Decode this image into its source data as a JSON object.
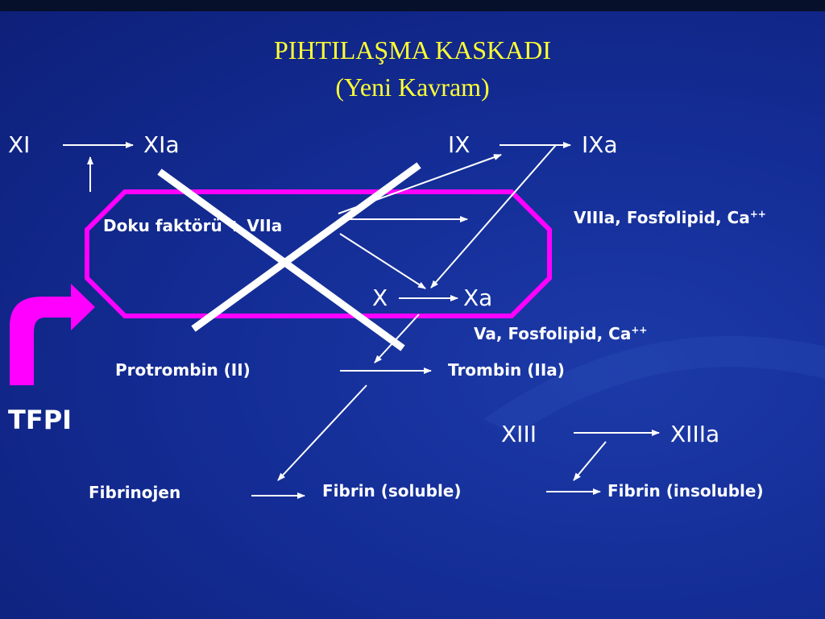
{
  "title": {
    "line1": "PIHTILAŞMA KASKADI",
    "line2": "(Yeni Kavram)"
  },
  "nodes": {
    "xi": "XI",
    "xia": "XIa",
    "ix": "IX",
    "ixa": "IXa",
    "tissue_factor": "Doku faktörü + VIIa",
    "viiia_cofactor": "VIIIa, Fosfolipid, Ca",
    "viiia_cofactor_sup": "++",
    "x": "X",
    "xa": "Xa",
    "va_cofactor": "Va, Fosfolipid, Ca",
    "va_cofactor_sup": "++",
    "prothrombin": "Protrombin (II)",
    "thrombin": "Trombin (IIa)",
    "tfpi": "TFPI",
    "xiii": "XIII",
    "xiiia": "XIIIa",
    "fibrinogen": "Fibrinojen",
    "fibrin_soluble": "Fibrin (soluble)",
    "fibrin_insoluble": "Fibrin (insoluble)"
  },
  "colors": {
    "title": "#ffff33",
    "text": "#ffffff",
    "arrows": "#ffffff",
    "octagon": "#ff00ff",
    "tfpi_arrow": "#ff00ff"
  }
}
